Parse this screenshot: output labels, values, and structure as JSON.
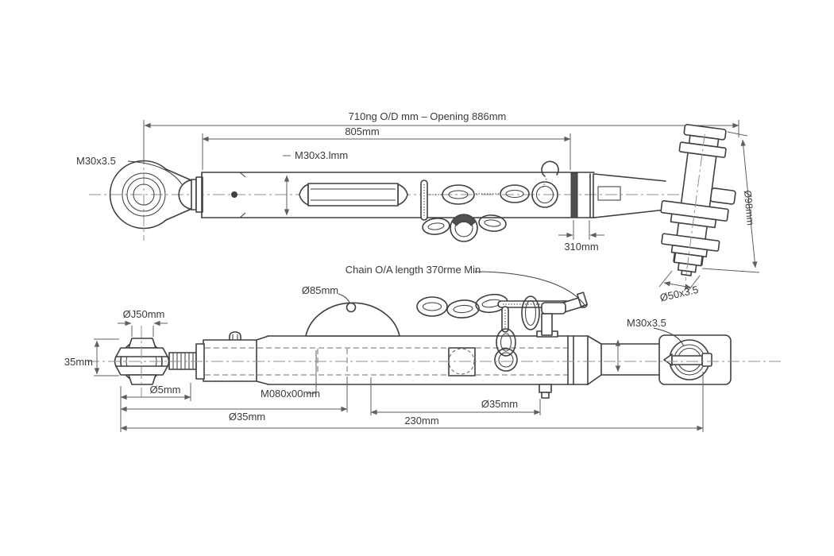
{
  "drawing": {
    "background": "#ffffff",
    "line_color": "#3f3f3f",
    "dim_color": "#5f5f5f",
    "top_view": {
      "dim_overall": "710ng O/D mm – Opening 886mm",
      "dim_length": "805mm",
      "label_thread_left": "M30x3.5",
      "label_thread_mid": "M30x3.lmm",
      "dim_neck": "310mm",
      "dim_pin_dia": "Ø98mm",
      "dim_pin_end": "Ø50x3.5"
    },
    "bottom_view": {
      "label_chain": "Chain O/A length 370rme Min",
      "label_dome": "Ø85mm",
      "dim_cap": "ØJ50mm",
      "dim_eye_height": "35mm",
      "dim_eye_offset": "Ø5mm",
      "label_thread_body": "M080x00mm",
      "dim_body_dia": "Ø35mm",
      "dim_shaft_dia": "Ø35mm",
      "dim_overall": "230mm",
      "label_thread_right": "M30x3.5"
    }
  }
}
